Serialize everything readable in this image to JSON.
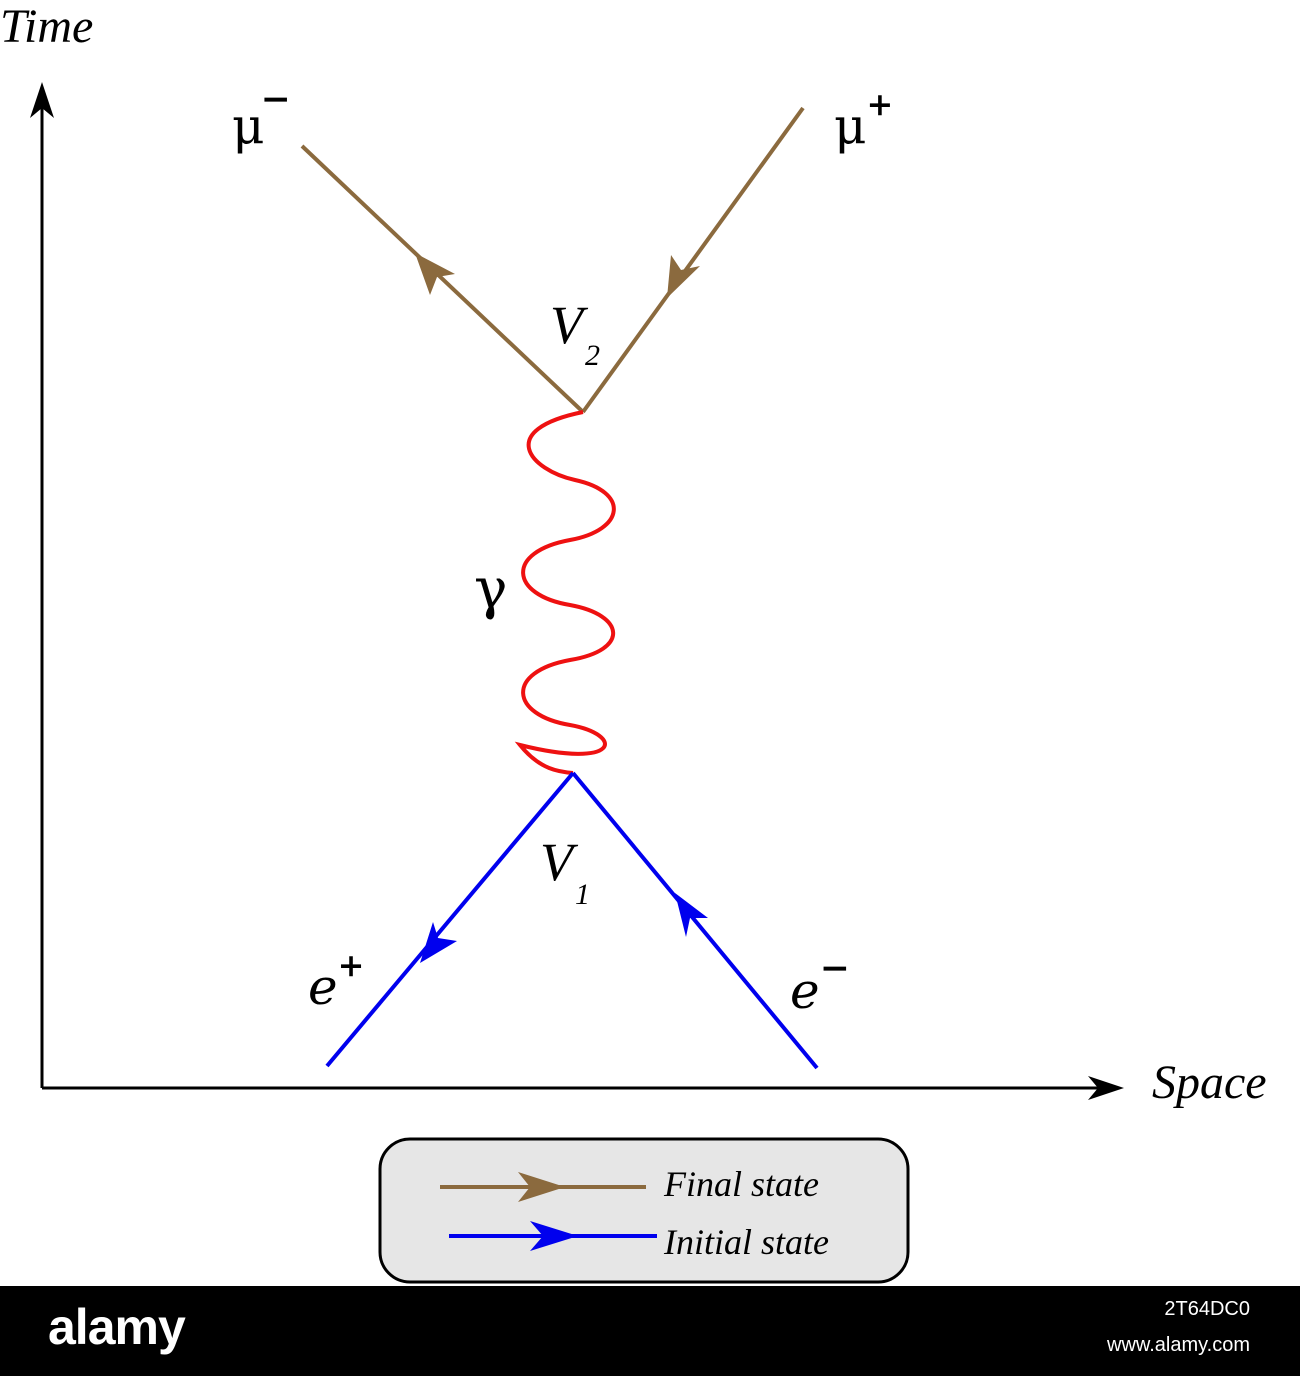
{
  "axes": {
    "time_label": "Time",
    "space_label": "Space"
  },
  "particles": {
    "muon_minus": {
      "base": "μ",
      "charge": "−"
    },
    "muon_plus": {
      "base": "μ",
      "charge": "+"
    },
    "positron": {
      "base": "e",
      "charge": "+"
    },
    "electron": {
      "base": "e",
      "charge": "−"
    },
    "photon": "γ"
  },
  "vertices": {
    "v1": {
      "base": "V",
      "sub": "1"
    },
    "v2": {
      "base": "V",
      "sub": "2"
    }
  },
  "legend": {
    "final_state": "Final state",
    "initial_state": "Initial state"
  },
  "colors": {
    "final_state": "#8b6a3e",
    "initial_state": "#0000ee",
    "photon": "#ee1111",
    "axis": "#000000"
  },
  "footer": {
    "brand": "alamy",
    "image_id": "2T64DC0",
    "url": "www.alamy.com"
  }
}
